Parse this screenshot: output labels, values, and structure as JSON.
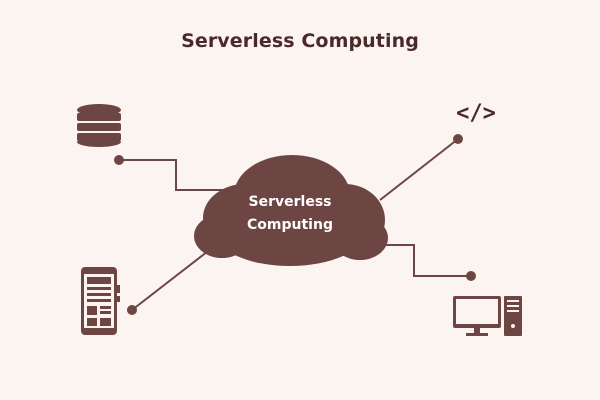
{
  "title": "Serverless Computing",
  "cloud": {
    "line1": "Serverless",
    "line2": "Computing"
  },
  "code_icon_text": "</>",
  "icons": {
    "database": "database-icon",
    "code": "code-icon",
    "mobile": "mobile-phone-icon",
    "desktop": "desktop-computer-icon"
  },
  "colors": {
    "background": "#fbf4f1",
    "primary": "#6d4644",
    "text": "#4a2a28",
    "cloud_text": "#ffffff"
  }
}
